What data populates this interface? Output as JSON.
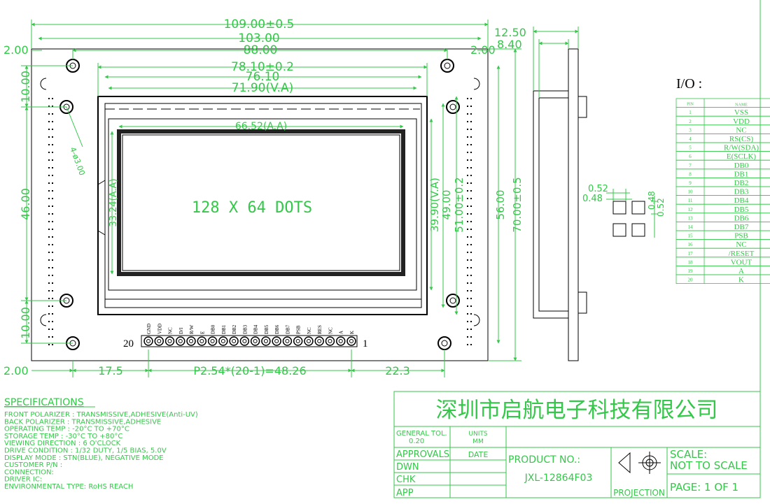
{
  "colors": {
    "dimension": "#35c74a",
    "outline": "#000000",
    "background": "#ffffff"
  },
  "dims": {
    "overall_width": "109.00±0.5",
    "pcb_width": "103.00",
    "hole_pitch_x": "88.00",
    "bezel_width": "78.10±0.2",
    "glass_width": "76.10",
    "va_width": "71.90(V.A)",
    "aa_width": "66.52(A.A)",
    "edge_left": "2.00",
    "edge_right": "2.00",
    "hole_dia": "4-ø3.00",
    "top_margin": "10.00",
    "hole_pitch_y": "46.00",
    "bottom_margin": "10.00",
    "aa_height": "33.24(A.A)",
    "va_height": "39.90(V.A)",
    "glass_height": "49.00",
    "bezel_height": "51.00±0.2",
    "pcb_height": "56.00",
    "overall_height": "70.00±0.5",
    "bottom_left": "2.00",
    "pin1_offset": "17.5",
    "pin_pitch": "P2.54*(20-1)=48.26",
    "pin_right": "22.3",
    "thickness": "12.50",
    "thickness_inner": "8.40",
    "dot_w": "0.52",
    "dot_w2": "0.48",
    "dot_h": "0.48",
    "dot_h2": "0.52"
  },
  "display_text": "128 X 64 DOTS",
  "pins": {
    "start": "20",
    "end": "1",
    "labels": [
      "GND",
      "VDD",
      "NC",
      "D/I",
      "R/W",
      "E",
      "DB0",
      "DB1",
      "DB2",
      "DB3",
      "DB4",
      "DB5",
      "DB6",
      "DB7",
      "PSB",
      "NC",
      "RES",
      "NC",
      "A",
      "K"
    ]
  },
  "io": {
    "title": "I/O :",
    "headers": [
      "PIN",
      "NAME"
    ],
    "rows": [
      [
        "1",
        "VSS"
      ],
      [
        "2",
        "VDD"
      ],
      [
        "3",
        "NC"
      ],
      [
        "4",
        "RS(CS)"
      ],
      [
        "5",
        "R/W(SDA)"
      ],
      [
        "6",
        "E(SCLK)"
      ],
      [
        "7",
        "DB0"
      ],
      [
        "8",
        "DB1"
      ],
      [
        "9",
        "DB2"
      ],
      [
        "10",
        "DB3"
      ],
      [
        "11",
        "DB4"
      ],
      [
        "12",
        "DB5"
      ],
      [
        "13",
        "DB6"
      ],
      [
        "14",
        "DB7"
      ],
      [
        "15",
        "PSB"
      ],
      [
        "16",
        "NC"
      ],
      [
        "17",
        "/RESET"
      ],
      [
        "18",
        "VOUT"
      ],
      [
        "19",
        "A"
      ],
      [
        "20",
        "K"
      ]
    ]
  },
  "specs": {
    "title": "SPECIFICATIONS",
    "lines": [
      "FRONT POLARIZER :  TRANSMISSIVE,ADHESIVE(Anti-UV)",
      "BACK POLARIZER :  TRANSMISSIVE,ADHESIVE",
      "OPERATING TEMP :   -20°C TO +70°C",
      "STORAGE TEMP :    -30°C TO +80°C",
      "VIEWING DIRECTION : 6 O'CLOCK",
      "DRIVE CONDITION :  1/32 DUTY, 1/5 BIAS, 5.0V",
      "DISPLAY MODE :    STN(BLUE), NEGATIVE MODE",
      "CUSTOMER P/N :",
      "CONNECTION:",
      "DRIVER IC:",
      "ENVIRONMENTAL TYPE: RoHS REACH"
    ]
  },
  "title_block": {
    "company": "深圳市启航电子科技有限公司",
    "general_tol_label": "GENERAL TOL.",
    "general_tol_value": "0.20",
    "units_label": "UNITS",
    "units_value": "MM",
    "approvals": "APPROVALS",
    "date": "DATE",
    "dwn": "DWN",
    "chk": "CHK",
    "app": "APP",
    "product_no_label": "PRODUCT NO.:",
    "product_no": "JXL-12864F03",
    "projection": "PROJECTION",
    "scale_label": "SCALE:",
    "scale_value": "NOT TO SCALE",
    "page": "PAGE: 1 OF   1"
  }
}
